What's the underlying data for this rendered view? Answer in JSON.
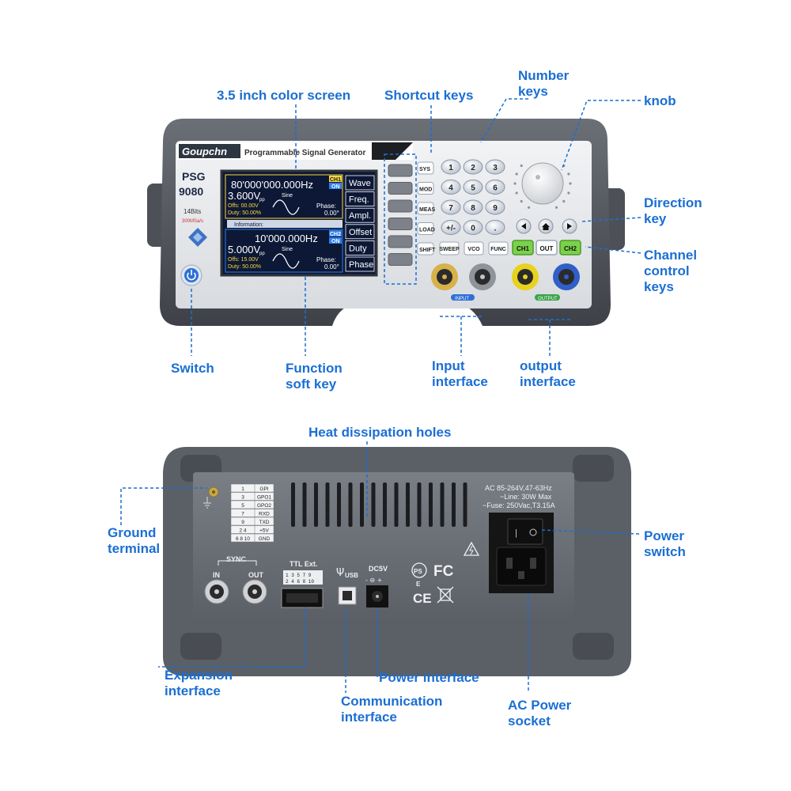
{
  "front": {
    "brand": "Goupchn",
    "product_title": "Programmable Signal Generator",
    "model_line1": "PSG",
    "model_line2": "9080",
    "spec_bits": "14Bits",
    "spec_rate": "300MSa/s",
    "screen": {
      "ch1_freq": "80'000'000.000Hz",
      "ch1_ampl": "3.600V",
      "ch1_ampl_unit": "pp",
      "ch1_wave": "Sine",
      "ch1_offs": "Offs: 00.00V",
      "ch1_duty": "Duty: 50.00%",
      "ch1_phase_label": "Phase:",
      "ch1_phase": "0.00°",
      "ch_badge_1": "CH1",
      "ch_badge_2": "CH2",
      "on_label": "ON",
      "info_bar": "Information:",
      "ch2_freq": "10'000.000Hz",
      "ch2_ampl": "5.000V",
      "ch2_ampl_unit": "pp",
      "ch2_wave": "Sine",
      "ch2_offs": "Offs: 15.00V",
      "ch2_duty": "Duty: 50.00%",
      "ch2_phase_label": "Phase:",
      "ch2_phase": "0.00°",
      "soft_labels": [
        "Wave",
        "Freq.",
        "Ampl.",
        "Offset",
        "Duty",
        "Phase"
      ]
    },
    "left_keys": [
      "SYS",
      "MOD",
      "MEAS",
      "LOAD",
      "SHIFT"
    ],
    "numpad": [
      "1",
      "2",
      "3",
      "4",
      "5",
      "6",
      "7",
      "8",
      "9",
      "+/-",
      "0",
      "."
    ],
    "mode_keys": [
      "SWEEP",
      "VCO",
      "FUNC"
    ],
    "channel_keys": [
      "CH1",
      "OUT",
      "CH2"
    ],
    "input_label": "INPUT",
    "output_label": "OUTPUT"
  },
  "rear": {
    "expansion_table": [
      [
        "1",
        "GPI"
      ],
      [
        "3",
        "GPO1"
      ],
      [
        "5",
        "GPO2"
      ],
      [
        "7",
        "RXD"
      ],
      [
        "9",
        "TXD"
      ],
      [
        "2 4",
        "+5V"
      ],
      [
        "6 8 10",
        "GND"
      ]
    ],
    "ac_spec_line1": "AC 85-264V,47-63Hz",
    "ac_spec_line2": "~Line: 30W Max",
    "ac_spec_line3": "~Fuse: 250Vac,T3.15A",
    "sync_label": "SYNC",
    "sync_in": "IN",
    "sync_out": "OUT",
    "ttl_label": "TTL Ext.",
    "ttl_pins_top": "1 3 5 7 9",
    "ttl_pins_bottom": "2 4 6 8 10",
    "usb_label": "USB",
    "dc_label": "DC5V",
    "dc_polarity": "- ⊖ +"
  },
  "callouts": {
    "screen": "3.5 inch color screen",
    "shortcut": "Shortcut keys",
    "number": "Number\nkeys",
    "knob": "knob",
    "direction": "Direction\nkey",
    "channel": "Channel\ncontrol\nkeys",
    "switch": "Switch",
    "function": "Function\nsoft key",
    "input": "Input\ninterface",
    "output": "output\ninterface",
    "heat": "Heat dissipation holes",
    "ground": "Ground\nterminal",
    "power_switch": "Power\nswitch",
    "expansion": "Expansion\ninterface",
    "power_iface": "Power interface",
    "comm": "Communication\ninterface",
    "ac_socket": "AC Power\nsocket"
  },
  "colors": {
    "callout": "#1b6fd3",
    "case_dark": "#5b5f66",
    "panel_light": "#e7e9ec",
    "lcd_bg": "#0c1836",
    "yellow_text": "#ffd83a",
    "green_key": "#7bd14a",
    "bnc_gold": "#d7b14a",
    "bnc_yellow": "#e8d21c",
    "bnc_blue": "#2f5fc7"
  }
}
